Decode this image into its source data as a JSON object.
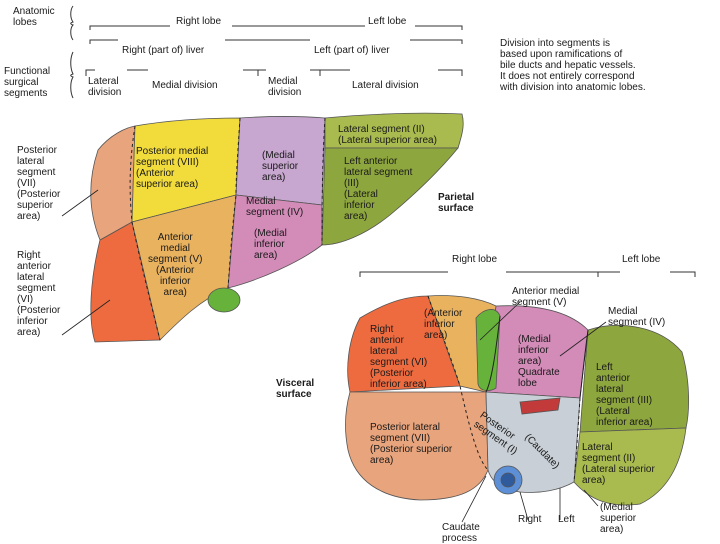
{
  "header": {
    "anatomic_lobes": "Anatomic\nlobes",
    "right_lobe": "Right lobe",
    "left_lobe": "Left lobe",
    "functional": "Functional\nsurgical\nsegments",
    "right_liver": "Right (part of) liver",
    "left_liver": "Left (part of) liver",
    "lateral_division_r": "Lateral\ndivision",
    "medial_division_r": "Medial division",
    "medial_division_l": "Medial\ndivision",
    "lateral_division_l": "Lateral division",
    "note": "Division into segments is\nbased upon ramifications of\nbile ducts and hepatic vessels.\nIt does not entirely correspond\nwith division into anatomic lobes."
  },
  "parietal": {
    "surface_label": "Parietal\nsurface",
    "seg_vii": "Posterior\nlateral\nsegment\n(VII)\n(Posterior\nsuperior\narea)",
    "seg_vi": "Right\nanterior\nlateral\nsegment\n(VI)\n(Posterior\ninferior\narea)",
    "seg_viii": "Posterior medial\nsegment (VIII)\n(Anterior\nsuperior area)",
    "seg_v": "Anterior\nmedial\nsegment (V)\n(Anterior\ninferior\narea)",
    "medial_superior": "(Medial\nsuperior\narea)",
    "seg_iv": "Medial\nsegment (IV)",
    "medial_inferior": "(Medial\ninferior\narea)",
    "seg_ii": "Lateral segment (II)\n(Lateral superior area)",
    "seg_iii": "Left anterior\nlateral segment\n(III)\n(Lateral\ninferior\narea)"
  },
  "visceral": {
    "surface_label": "Visceral\nsurface",
    "right_lobe": "Right lobe",
    "left_lobe": "Left lobe",
    "anterior_medial": "Anterior medial\nsegment (V)",
    "medial_segment": "Medial\nsegment (IV)",
    "anterior_inferior": "(Anterior\ninferior\narea)",
    "right_anterior_lateral": "Right\nanterior\nlateral\nsegment (VI)\n(Posterior\ninferior area)",
    "medial_inferior": "(Medial\ninferior\narea)\nQuadrate\nlobe",
    "left_anterior_lateral": "Left\nanterior\nlateral\nsegment (III)\n(Lateral\ninferior area)",
    "posterior_lateral": "Posterior lateral\nsegment (VII)\n(Posterior superior\narea)",
    "posterior_segment": "Posterior\nsegment (I)",
    "caudate": "(Caudate)",
    "lateral_segment_ii": "Lateral\nsegment (II)\n(Lateral superior\narea)",
    "right": "Right",
    "left": "Left",
    "medial_superior": "(Medial\nsuperior\narea)",
    "caudate_process": "Caudate\nprocess"
  },
  "colors": {
    "seg_vi": "#ee6b3f",
    "seg_vii": "#e8a47c",
    "seg_viii": "#f2dc3c",
    "seg_v": "#e9b25e",
    "seg_iv_sup": "#c7a6cf",
    "seg_iv_inf": "#d38bb8",
    "seg_ii": "#a9ba4e",
    "seg_iii": "#8ea63e",
    "gallbladder": "#66b23a"
  }
}
